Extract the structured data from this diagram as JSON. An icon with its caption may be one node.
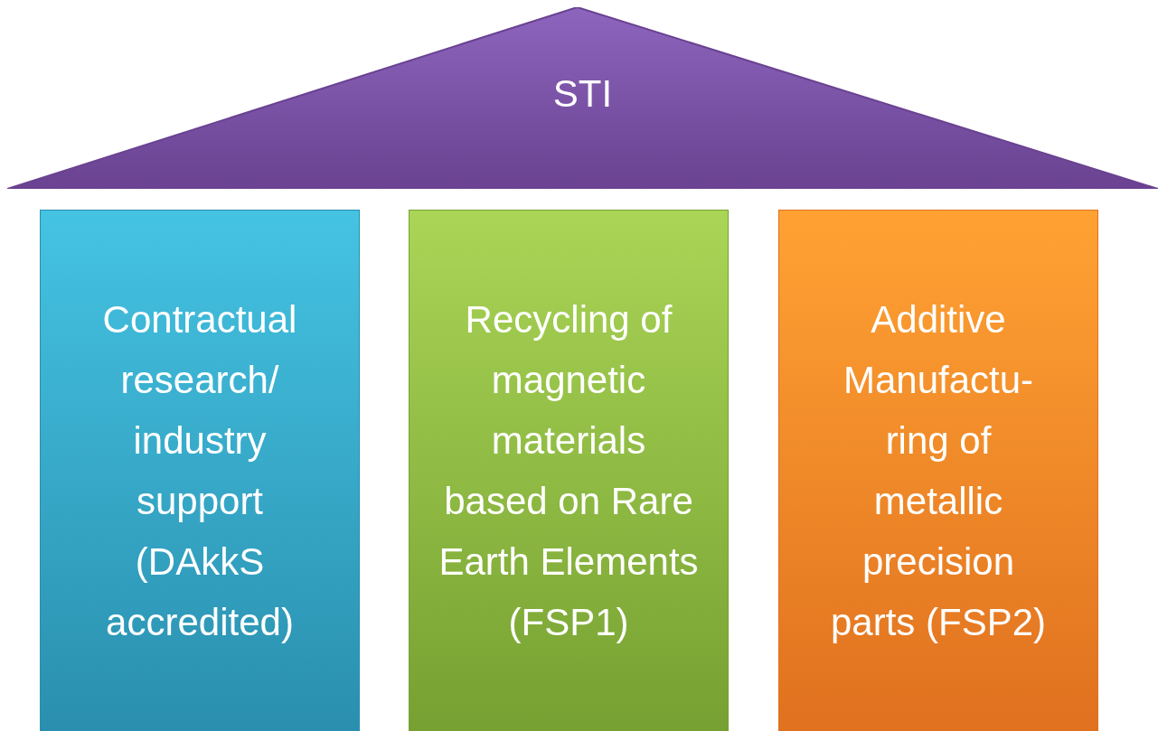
{
  "diagram": {
    "nodes": [
      {
        "text": [
          "STI"
        ]
      },
      {
        "text": [
          "Contractual research/ industry support (DAkkS accredited)"
        ]
      },
      {
        "text": [
          "Recycling of magnetic materials based on Rare Earth Elements (FSP1)"
        ]
      },
      {
        "text": [
          "Additive Manufactu- ring of metallic precision parts (FSP2)"
        ]
      }
    ]
  }
}
